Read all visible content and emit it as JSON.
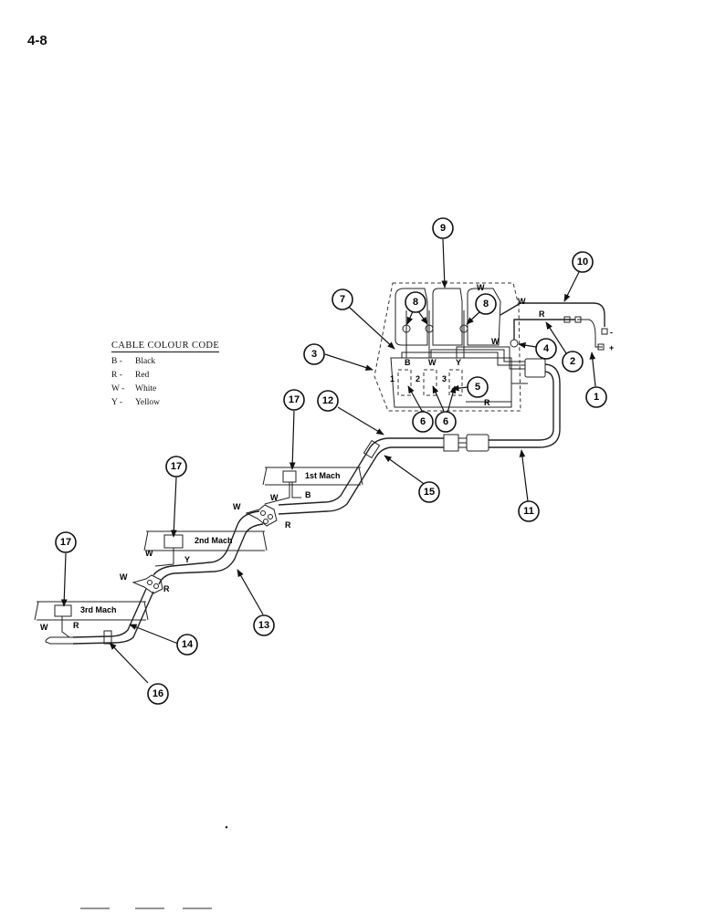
{
  "page_number": "4-8",
  "legend": {
    "title": "CABLE COLOUR CODE",
    "items": [
      {
        "code": "B -",
        "name": "Black"
      },
      {
        "code": "R -",
        "name": "Red"
      },
      {
        "code": "W -",
        "name": "White"
      },
      {
        "code": "Y -",
        "name": "Yellow"
      }
    ]
  },
  "machines": {
    "first": "1st Mach",
    "second": "2nd Mach",
    "third": "3rd Mach"
  },
  "wire_letters": {
    "w": "W",
    "r": "R",
    "b": "B",
    "y": "Y",
    "minus": "-",
    "plus": "+"
  },
  "relay_numbers": [
    "1",
    "2",
    "3"
  ],
  "callouts": {
    "c1": "1",
    "c2": "2",
    "c3": "3",
    "c4": "4",
    "c5": "5",
    "c6a": "6",
    "c6b": "6",
    "c7": "7",
    "c8a": "8",
    "c8b": "8",
    "c9": "9",
    "c10": "10",
    "c11": "11",
    "c12": "12",
    "c13": "13",
    "c14": "14",
    "c15": "15",
    "c16": "16",
    "c17a": "17",
    "c17b": "17",
    "c17c": "17"
  }
}
